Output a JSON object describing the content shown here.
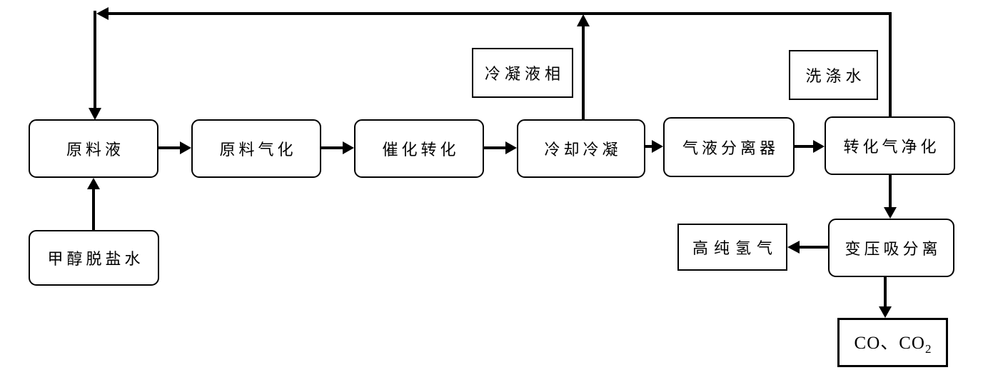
{
  "diagram": {
    "description_visible_text_only": true,
    "colors": {
      "background": "#ffffff",
      "line": "#000000",
      "text": "#000000"
    },
    "nodes": {
      "feed_liquid": {
        "label": "原料液"
      },
      "feed_vaporization": {
        "label": "原料气化"
      },
      "catalytic_conversion": {
        "label": "催化转化"
      },
      "cooling_condensation": {
        "label": "冷却冷凝"
      },
      "gas_liquid_separator": {
        "label": "气液分离器"
      },
      "reformate_purification": {
        "label": "转化气净化"
      },
      "psa_separation": {
        "label": "变压吸分离"
      },
      "methanol_demin_water": {
        "label": "甲醇脱盐水"
      },
      "condensate_phase": {
        "label": "冷凝液相"
      },
      "washing_water": {
        "label": "洗涤水"
      },
      "high_purity_hydrogen": {
        "label": "高纯氢气"
      },
      "co_co2": {
        "label": "CO、CO",
        "subscript": "2"
      }
    },
    "edges": [
      {
        "from": "methanol_demin_water",
        "to": "feed_liquid",
        "direction": "up"
      },
      {
        "from": "feed_liquid",
        "to": "feed_vaporization",
        "direction": "right"
      },
      {
        "from": "feed_vaporization",
        "to": "catalytic_conversion",
        "direction": "right"
      },
      {
        "from": "catalytic_conversion",
        "to": "cooling_condensation",
        "direction": "right"
      },
      {
        "from": "cooling_condensation",
        "to": "gas_liquid_separator",
        "direction": "right"
      },
      {
        "from": "gas_liquid_separator",
        "to": "reformate_purification",
        "direction": "right"
      },
      {
        "from": "cooling_condensation",
        "to": "recycle_top_line",
        "direction": "up",
        "stream_label": "冷凝液相"
      },
      {
        "from": "reformate_purification",
        "to": "recycle_top_line",
        "direction": "up",
        "stream_label": "洗涤水"
      },
      {
        "from": "recycle_top_line",
        "to": "feed_liquid",
        "direction": "down"
      },
      {
        "from": "reformate_purification",
        "to": "psa_separation",
        "direction": "down"
      },
      {
        "from": "psa_separation",
        "to": "high_purity_hydrogen",
        "direction": "left"
      },
      {
        "from": "psa_separation",
        "to": "co_co2",
        "direction": "down"
      }
    ]
  }
}
